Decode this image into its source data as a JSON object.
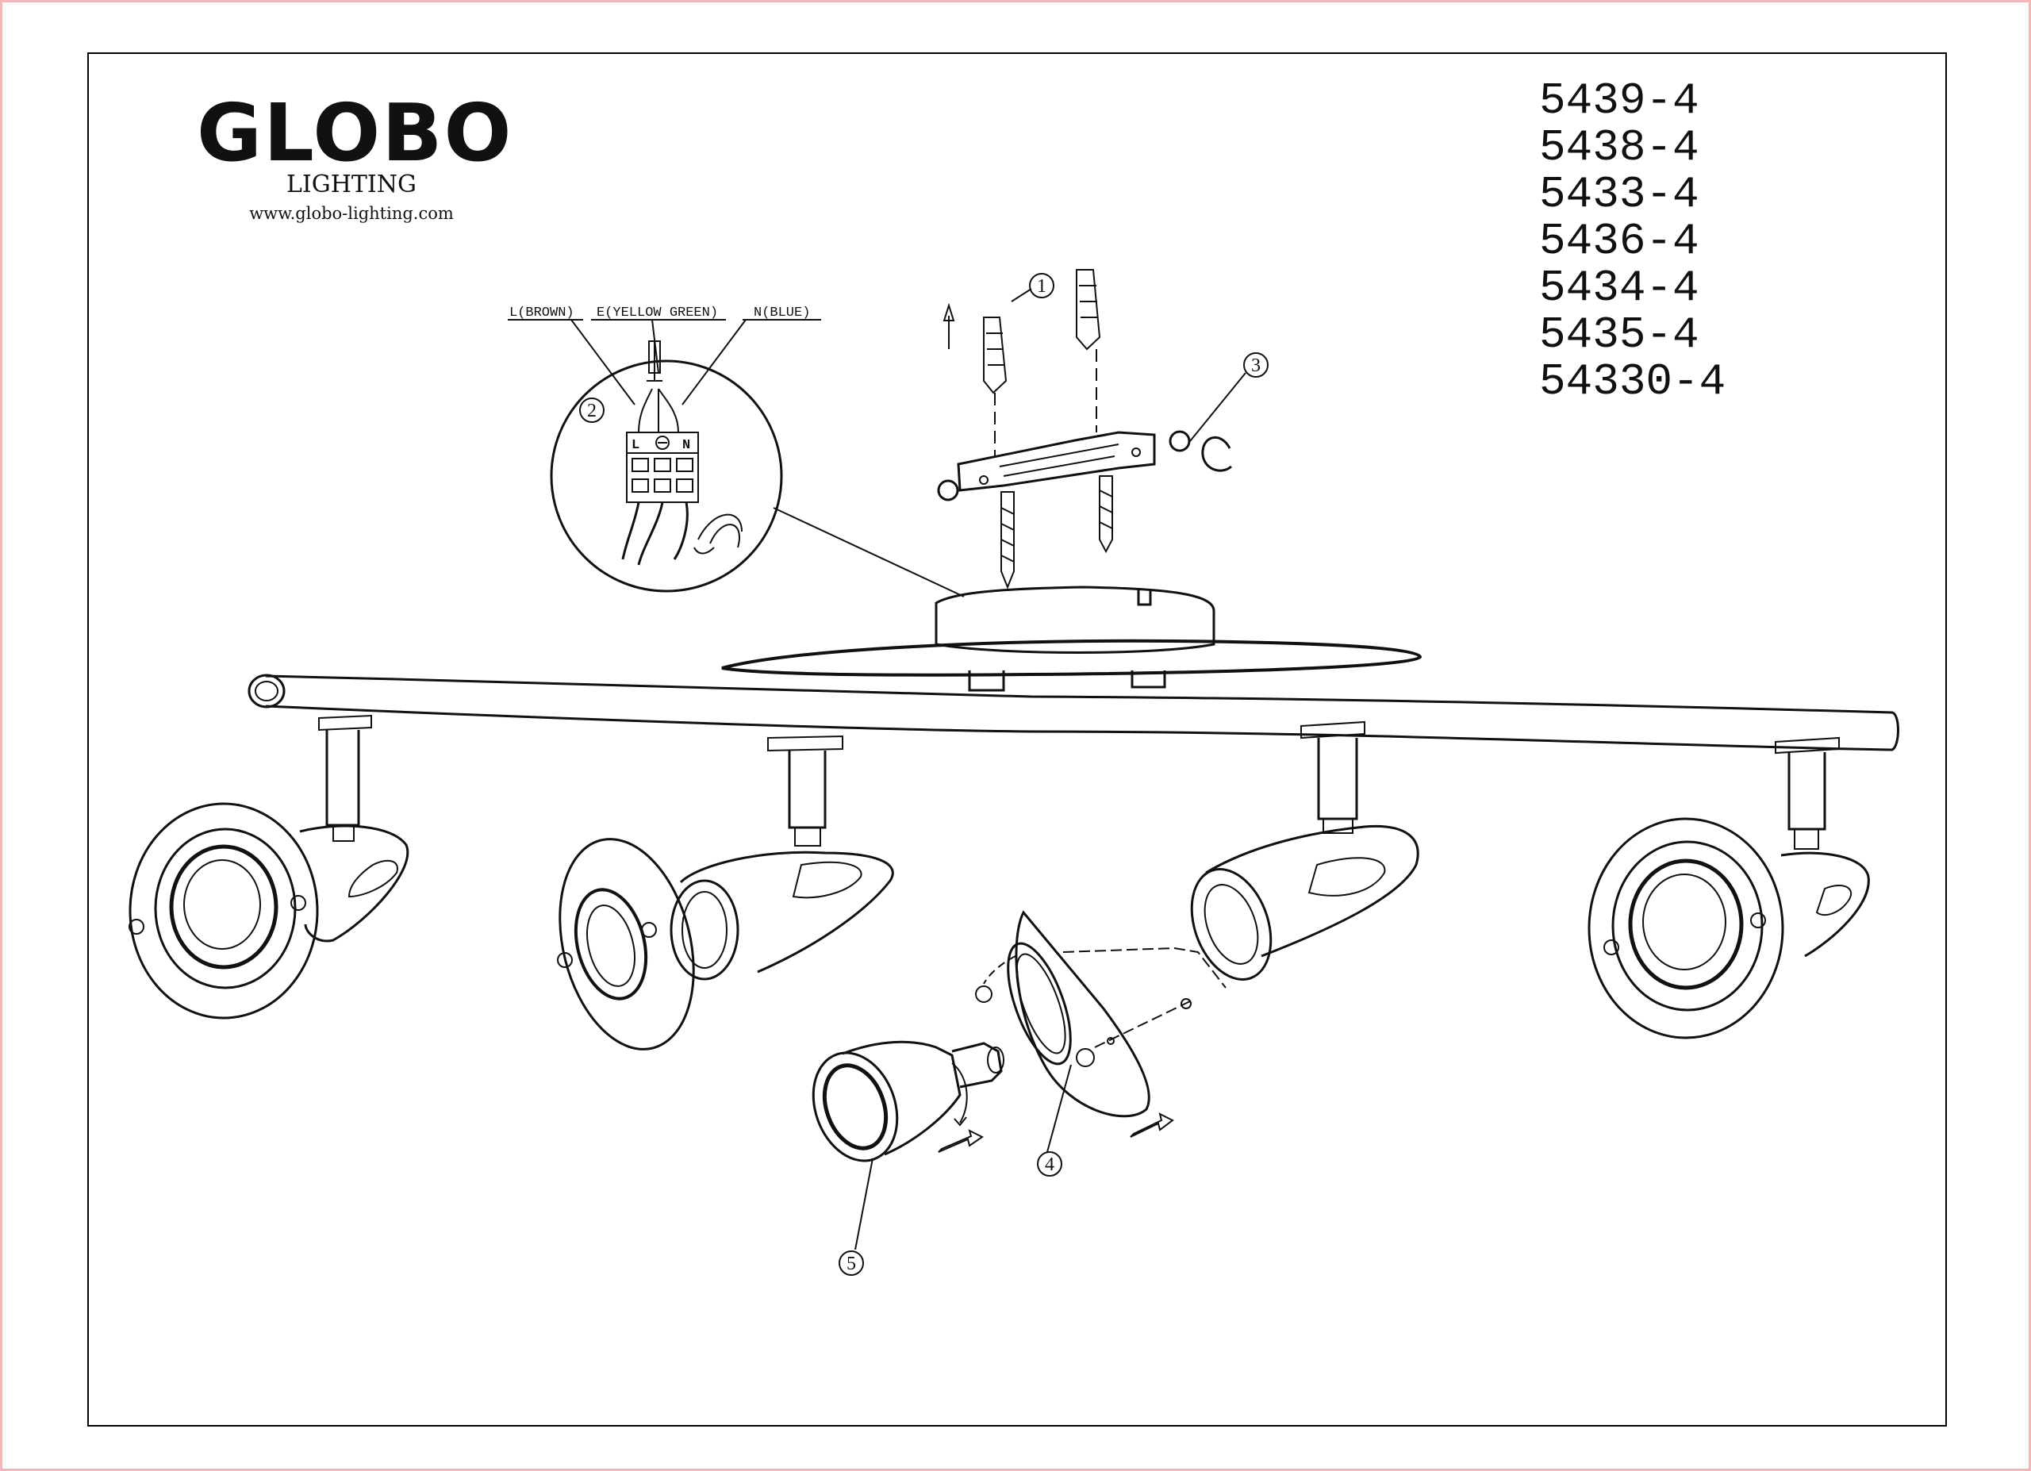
{
  "brand": {
    "name": "GLOBO",
    "subtitle": "LIGHTING",
    "url": "www.globo-lighting.com"
  },
  "models": [
    "5439-4",
    "5438-4",
    "5433-4",
    "5436-4",
    "5434-4",
    "5435-4",
    "54330-4"
  ],
  "wiring": {
    "live": "L(BROWN)",
    "earth": "E(YELLOW GREEN)",
    "neutral": "N(BLUE)",
    "terminal_left": "L",
    "terminal_right": "N"
  },
  "callouts": [
    "1",
    "2",
    "3",
    "4",
    "5"
  ]
}
